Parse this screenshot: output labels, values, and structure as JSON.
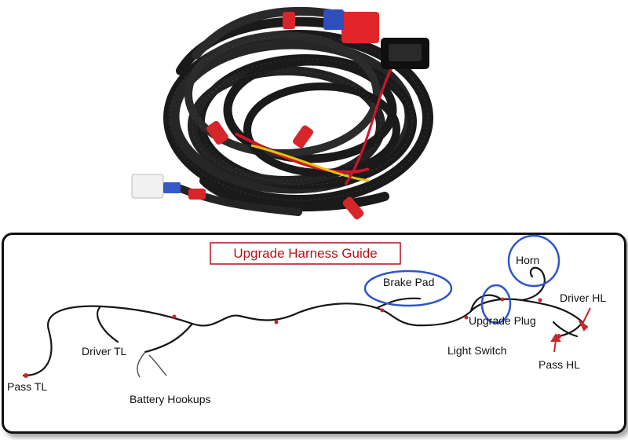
{
  "guide": {
    "title": "Upgrade Harness Guide",
    "labels": {
      "pass_tl": "Pass TL",
      "driver_tl": "Driver TL",
      "battery": "Battery Hookups",
      "brake_pad": "Brake Pad",
      "upgrade_plug": "Upgrade Plug",
      "light_switch": "Light Switch",
      "horn": "Horn",
      "driver_hl": "Driver HL",
      "pass_hl": "Pass HL"
    }
  },
  "colors": {
    "cable": "#161616",
    "tape": "#c8262b",
    "callout_circle": "#2f56c8",
    "arrow": "#c8262b",
    "title_box": "#b3121b"
  }
}
